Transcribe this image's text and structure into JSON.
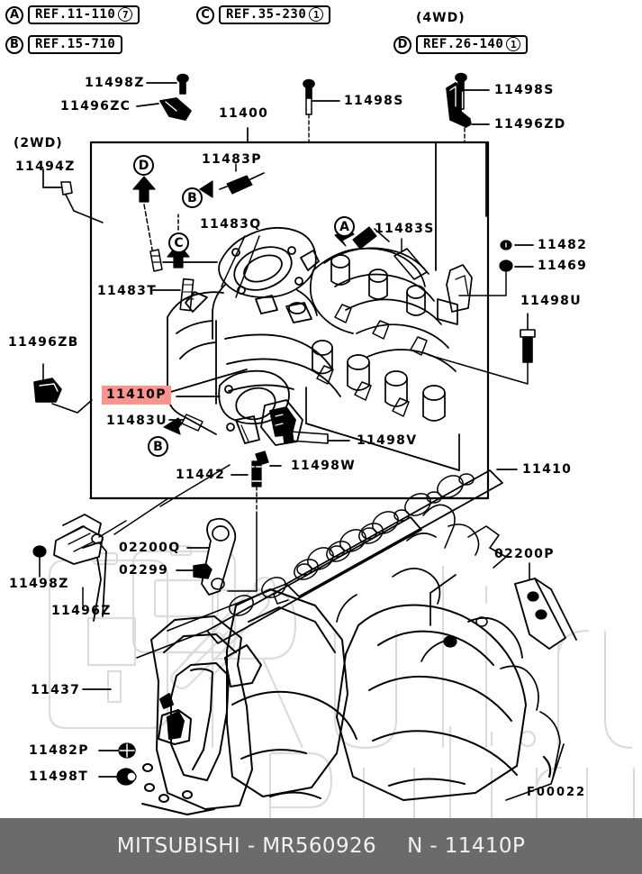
{
  "document": {
    "diagram_code": "F00022",
    "highlight_color": "#f9948e",
    "footer_bg": "#6b6b6b"
  },
  "header": {
    "references": [
      {
        "letter": "A",
        "text": "REF.11-110",
        "qty": "7"
      },
      {
        "letter": "B",
        "text": "REF.15-710",
        "qty": ""
      },
      {
        "letter": "C",
        "text": "REF.35-230",
        "qty": "1"
      },
      {
        "letter": "D",
        "text": "REF.26-140",
        "qty": "1"
      }
    ],
    "drive_labels": [
      {
        "text": "(4WD)"
      },
      {
        "text": "(2WD)"
      }
    ]
  },
  "diagram": {
    "markers": [
      {
        "id": "marker-d-top",
        "letter": "D"
      },
      {
        "id": "marker-b-mid",
        "letter": "B"
      },
      {
        "id": "marker-c-left",
        "letter": "C"
      },
      {
        "id": "marker-a-right",
        "letter": "A"
      },
      {
        "id": "marker-b-bottom",
        "letter": "B"
      }
    ],
    "part_numbers": [
      {
        "id": "pn-11498Z-top",
        "label": "11498Z"
      },
      {
        "id": "pn-11496ZC",
        "label": "11496ZC"
      },
      {
        "id": "pn-11400",
        "label": "11400"
      },
      {
        "id": "pn-11498S-left",
        "label": "11498S"
      },
      {
        "id": "pn-11498S-right",
        "label": "11498S"
      },
      {
        "id": "pn-11496ZD",
        "label": "11496ZD"
      },
      {
        "id": "pn-11494Z",
        "label": "11494Z"
      },
      {
        "id": "pn-11483P",
        "label": "11483P"
      },
      {
        "id": "pn-11483Q",
        "label": "11483Q"
      },
      {
        "id": "pn-11483S",
        "label": "11483S"
      },
      {
        "id": "pn-11482",
        "label": "11482"
      },
      {
        "id": "pn-11469",
        "label": "11469"
      },
      {
        "id": "pn-11483T",
        "label": "11483T"
      },
      {
        "id": "pn-11498U",
        "label": "11498U"
      },
      {
        "id": "pn-11496ZB",
        "label": "11496ZB"
      },
      {
        "id": "pn-11410P",
        "label": "11410P",
        "highlighted": true
      },
      {
        "id": "pn-11483U",
        "label": "11483U"
      },
      {
        "id": "pn-11498V",
        "label": "11498V"
      },
      {
        "id": "pn-11498W",
        "label": "11498W"
      },
      {
        "id": "pn-11442",
        "label": "11442"
      },
      {
        "id": "pn-11410",
        "label": "11410"
      },
      {
        "id": "pn-02200Q",
        "label": "02200Q"
      },
      {
        "id": "pn-02299",
        "label": "02299"
      },
      {
        "id": "pn-02200P",
        "label": "02200P"
      },
      {
        "id": "pn-11498Z-lower",
        "label": "11498Z"
      },
      {
        "id": "pn-11496Z",
        "label": "11496Z"
      },
      {
        "id": "pn-11437",
        "label": "11437"
      },
      {
        "id": "pn-11482P",
        "label": "11482P"
      },
      {
        "id": "pn-11498T",
        "label": "11498T"
      }
    ]
  },
  "footer": {
    "brand_line": "MITSUBISHI - MR560926",
    "part_line": "N - 11410P"
  }
}
